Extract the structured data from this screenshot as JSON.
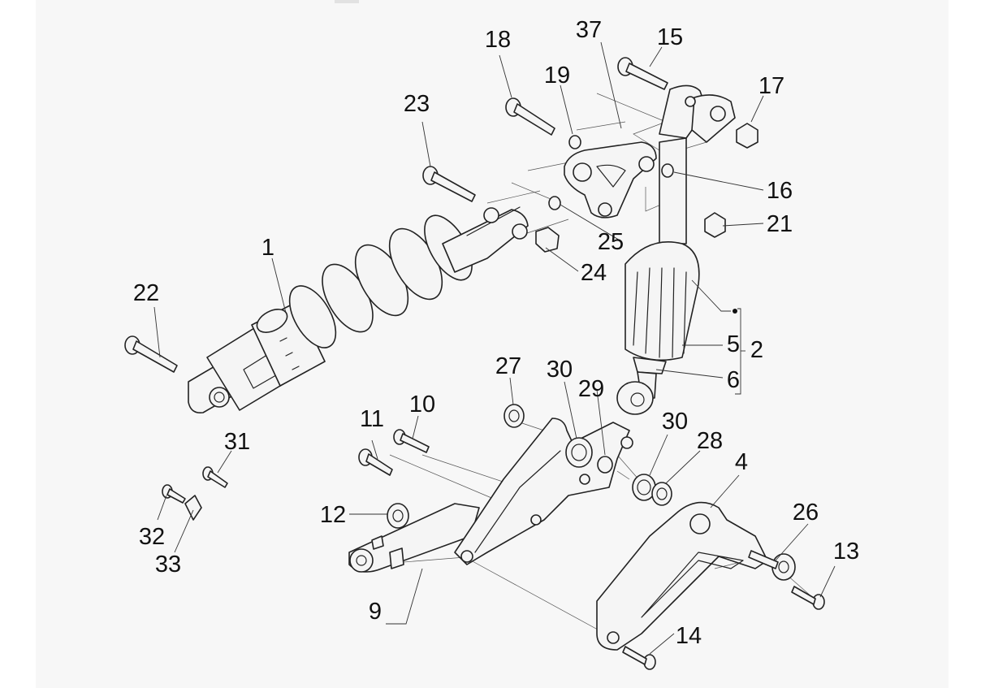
{
  "labels": [
    {
      "id": "1",
      "text": "1"
    },
    {
      "id": "2",
      "text": "2"
    },
    {
      "id": "4",
      "text": "4"
    },
    {
      "id": "5",
      "text": "5"
    },
    {
      "id": "6",
      "text": "6"
    },
    {
      "id": "9",
      "text": "9"
    },
    {
      "id": "10",
      "text": "10"
    },
    {
      "id": "11",
      "text": "11"
    },
    {
      "id": "12",
      "text": "12"
    },
    {
      "id": "13",
      "text": "13"
    },
    {
      "id": "14",
      "text": "14"
    },
    {
      "id": "15",
      "text": "15"
    },
    {
      "id": "16",
      "text": "16"
    },
    {
      "id": "17",
      "text": "17"
    },
    {
      "id": "18",
      "text": "18"
    },
    {
      "id": "19",
      "text": "19"
    },
    {
      "id": "21",
      "text": "21"
    },
    {
      "id": "22",
      "text": "22"
    },
    {
      "id": "23",
      "text": "23"
    },
    {
      "id": "24",
      "text": "24"
    },
    {
      "id": "25",
      "text": "25"
    },
    {
      "id": "26",
      "text": "26"
    },
    {
      "id": "27",
      "text": "27"
    },
    {
      "id": "28",
      "text": "28"
    },
    {
      "id": "29",
      "text": "29"
    },
    {
      "id": "30a",
      "text": "30"
    },
    {
      "id": "30b",
      "text": "30"
    },
    {
      "id": "31",
      "text": "31"
    },
    {
      "id": "32",
      "text": "32"
    },
    {
      "id": "33",
      "text": "33"
    },
    {
      "id": "37",
      "text": "37"
    }
  ]
}
